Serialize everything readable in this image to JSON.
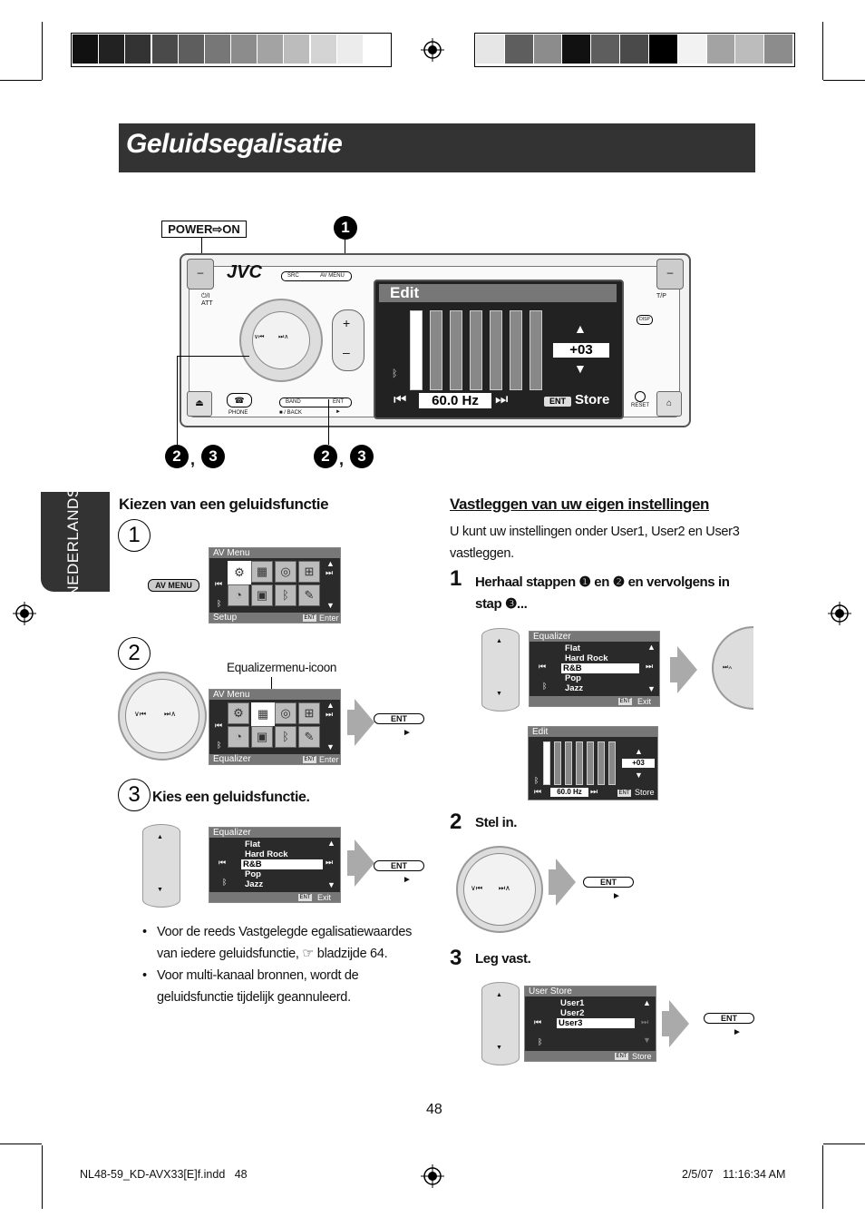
{
  "page": {
    "title": "Geluidsegalisatie",
    "side_tab": "NEDERLANDS",
    "page_number": "48",
    "footer_file": "NL48-59_KD-AVX33[E]f.indd   48",
    "footer_date": "2/5/07   11:16:34 AM"
  },
  "colors": {
    "title_bar": "#333333",
    "swatches_left": [
      "#111111",
      "#222222",
      "#333333",
      "#4a4a4a",
      "#5e5e5e",
      "#777777",
      "#8c8c8c",
      "#a3a3a3",
      "#bcbcbc",
      "#d4d4d4",
      "#ececec",
      "#ffffff"
    ],
    "swatches_right": [
      "#e6e6e6",
      "#5e5e5e",
      "#8c8c8c",
      "#111111",
      "#5e5e5e",
      "#4a4a4a",
      "#000000",
      "#f2f2f2",
      "#a3a3a3",
      "#bcbcbc",
      "#8c8c8c"
    ]
  },
  "device": {
    "power_label": "POWER⇨ON",
    "brand": "JVC",
    "src": "SRC",
    "av_menu": "AV MENU",
    "att": "⏻/I ATT",
    "tp": "T/P",
    "disp": "DISP",
    "phone": "PHONE",
    "band": "BAND",
    "ent": "ENT",
    "back": "■ / BACK",
    "reset": "RESET",
    "screen_title": "Edit",
    "screen_value": "+03",
    "screen_freq": "60.0 Hz",
    "screen_ent": "ENT",
    "screen_store": "Store",
    "callout1": "1",
    "callout23a": "2",
    "callout23b": "3",
    "comma": ","
  },
  "left": {
    "heading": "Kiezen van een geluidsfunctie",
    "step1": "1",
    "step2": "2",
    "step3": "3",
    "av_menu_btn": "AV MENU",
    "menu1_header": "AV Menu",
    "menu1_footer": "Setup",
    "menu1_enter": "Enter",
    "ent_small": "ENT",
    "eq_icon_label": "Equalizermenu-icoon",
    "menu2_header": "AV Menu",
    "menu2_footer": "Equalizer",
    "menu2_enter": "Enter",
    "step3_text": "Kies een geluidsfunctie.",
    "eq_header": "Equalizer",
    "eq_items": [
      "Flat",
      "Hard Rock",
      "R&B",
      "Pop",
      "Jazz"
    ],
    "eq_exit": "Exit",
    "ent_btn": "ENT",
    "play": "►",
    "bullets": [
      "Voor de reeds Vastgelegde egalisatiewaardes van iedere geluidsfunctie, ☞ bladzijde 64.",
      "Voor multi-kanaal bronnen, wordt de geluidsfunctie tijdelijk geannuleerd."
    ]
  },
  "right": {
    "heading": "Vastleggen van uw eigen instellingen",
    "intro": "U kunt uw instellingen onder User1, User2 en User3 vastleggen.",
    "step1_num": "1",
    "step1_text": "Herhaal stappen ❶ en ❷ en vervolgens in stap ❸...",
    "eq_header": "Equalizer",
    "eq_items": [
      "Flat",
      "Hard Rock",
      "R&B",
      "Pop",
      "Jazz"
    ],
    "eq_exit": "Exit",
    "edit_header": "Edit",
    "edit_value": "+03",
    "edit_freq": "60.0 Hz",
    "edit_store": "Store",
    "step2_num": "2",
    "step2_text": "Stel in.",
    "step3_num": "3",
    "step3_text": "Leg vast.",
    "store_header": "User Store",
    "store_items": [
      "User1",
      "User2",
      "User3"
    ],
    "store_store": "Store",
    "ent_small": "ENT",
    "ent_btn": "ENT",
    "play": "►"
  }
}
